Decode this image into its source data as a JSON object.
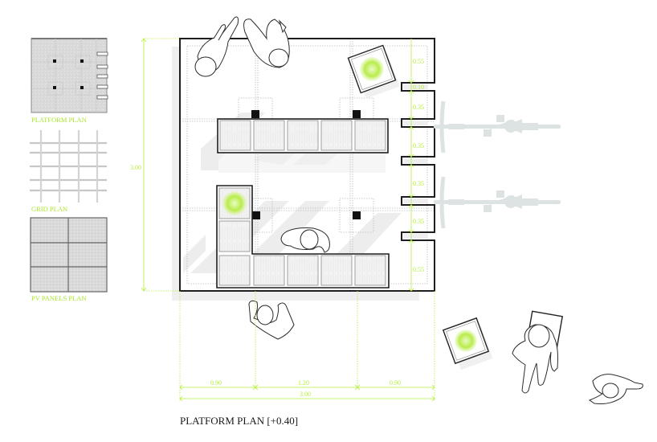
{
  "title": "PLATFORM PLAN [+0.40]",
  "thumbnails": [
    {
      "label": "PLATFORM PLAN"
    },
    {
      "label": "GRID PLAN"
    },
    {
      "label": "PV PANELS PLAN"
    }
  ],
  "dimensions": {
    "vertical_total": "3.00",
    "right_side": [
      "0.55",
      "0.10",
      "0.35",
      "0.35",
      "0.35",
      "0.35",
      "0.55"
    ],
    "bottom_segments": [
      "0.90",
      "1.20",
      "0.90"
    ],
    "bottom_total": "3.00"
  },
  "colors": {
    "dimension": "#b5ef3b",
    "outline": "#1e1e1e",
    "plant": "#b9ec4a",
    "bike": "#dde2e2",
    "shadow": "#efefef"
  }
}
